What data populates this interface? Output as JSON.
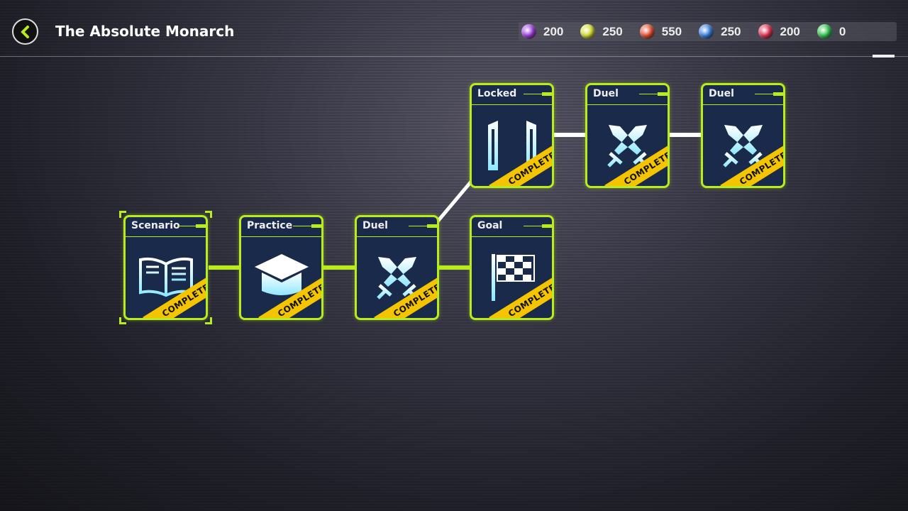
{
  "header": {
    "title": "The Absolute Monarch",
    "back_icon": "chevron-left-icon"
  },
  "currency": [
    {
      "name": "purple-orb",
      "value": "200",
      "color": "#a040e0"
    },
    {
      "name": "yellow-orb",
      "value": "250",
      "color": "#d8e030"
    },
    {
      "name": "red-orange-orb",
      "value": "550",
      "color": "#e85030"
    },
    {
      "name": "blue-orb",
      "value": "250",
      "color": "#3a80e0"
    },
    {
      "name": "red-orb",
      "value": "200",
      "color": "#e03050"
    },
    {
      "name": "green-orb",
      "value": "0",
      "color": "#30c850"
    }
  ],
  "status_label": "COMPLETE!!",
  "cards": [
    {
      "label": "Scenario",
      "icon": "book-icon"
    },
    {
      "label": "Practice",
      "icon": "graduation-cap-icon"
    },
    {
      "label": "Duel",
      "icon": "crossed-swords-icon"
    },
    {
      "label": "Goal",
      "icon": "checkered-flag-icon"
    },
    {
      "label": "Locked",
      "icon": "locked-gate-icon"
    },
    {
      "label": "Duel",
      "icon": "crossed-swords-icon"
    },
    {
      "label": "Duel",
      "icon": "crossed-swords-icon"
    }
  ],
  "colors": {
    "accent": "#b8ec1c",
    "ribbon": "#f5c400",
    "card": "#1a2a4a"
  }
}
